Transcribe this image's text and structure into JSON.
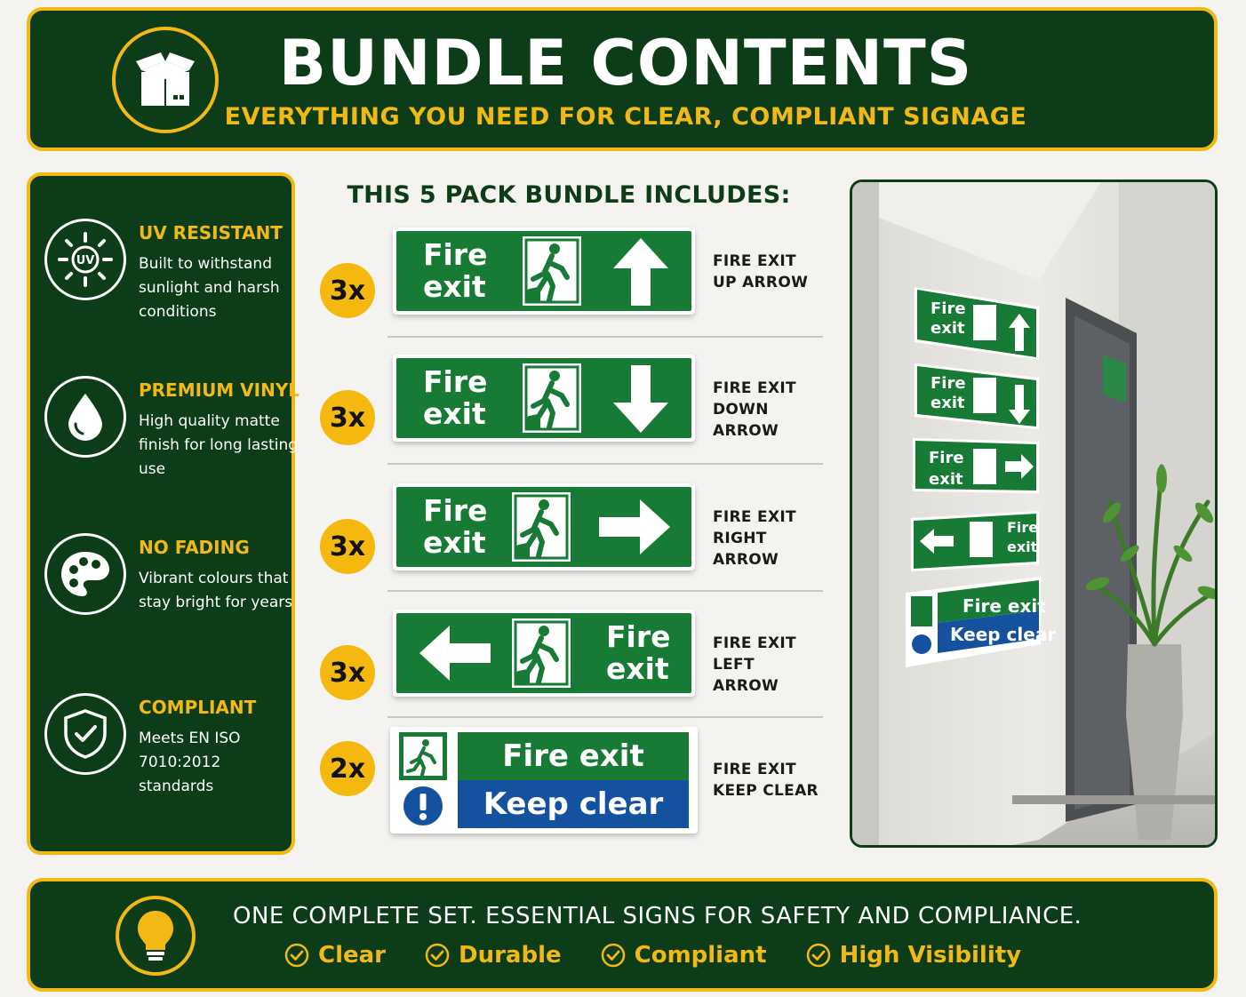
{
  "header": {
    "title": "BUNDLE CONTENTS",
    "subtitle": "EVERYTHING YOU NEED FOR CLEAR, COMPLIANT SIGNAGE",
    "icon": "box-icon"
  },
  "features": [
    {
      "title": "UV RESISTANT",
      "desc": "Built to withstand sunlight and harsh conditions",
      "icon": "uv-sun-icon",
      "icon_text": "UV"
    },
    {
      "title": "PREMIUM VINYL",
      "desc": "High quality matte finish for long lasting use",
      "icon": "droplet-icon"
    },
    {
      "title": "NO FADING",
      "desc": "Vibrant colours that stay bright for years",
      "icon": "palette-icon"
    },
    {
      "title": "COMPLIANT",
      "desc": "Meets EN ISO 7010:2012 standards",
      "icon": "shield-check-icon"
    }
  ],
  "includes": {
    "title": "THIS 5 PACK BUNDLE INCLUDES:",
    "items": [
      {
        "qty": "3x",
        "sign_line1": "Fire",
        "sign_line2": "exit",
        "label_line1": "FIRE EXIT",
        "label_line2": "UP ARROW",
        "arrow": "up"
      },
      {
        "qty": "3x",
        "sign_line1": "Fire",
        "sign_line2": "exit",
        "label_line1": "FIRE EXIT",
        "label_line2": "DOWN ARROW",
        "arrow": "down"
      },
      {
        "qty": "3x",
        "sign_line1": "Fire",
        "sign_line2": "exit",
        "label_line1": "FIRE EXIT",
        "label_line2": "RIGHT ARROW",
        "arrow": "right"
      },
      {
        "qty": "3x",
        "sign_line1": "Fire",
        "sign_line2": "exit",
        "label_line1": "FIRE EXIT",
        "label_line2": "LEFT ARROW",
        "arrow": "left"
      },
      {
        "qty": "2x",
        "sign_line1": "Fire exit",
        "sign_line2": "Keep clear",
        "label_line1": "FIRE EXIT",
        "label_line2": "KEEP CLEAR",
        "arrow": "none"
      }
    ]
  },
  "photo": {
    "signs": [
      {
        "line1": "Fire",
        "line2": "exit"
      },
      {
        "line1": "Fire",
        "line2": "exit"
      },
      {
        "line1": "Fire",
        "line2": "exit"
      },
      {
        "line1": "Fire",
        "line2": "exit"
      },
      {
        "line1": "Fire exit",
        "line2": "Keep clear"
      }
    ]
  },
  "footer": {
    "text": "ONE COMPLETE SET. ESSENTIAL SIGNS FOR SAFETY AND COMPLIANCE.",
    "icon": "lightbulb-icon",
    "checks": [
      "Clear",
      "Durable",
      "Compliant",
      "High Visibility"
    ]
  },
  "colors": {
    "dark_green": "#0c3d18",
    "sign_green": "#177a35",
    "accent_yellow": "#f2b915",
    "sign_blue": "#1452a0"
  }
}
